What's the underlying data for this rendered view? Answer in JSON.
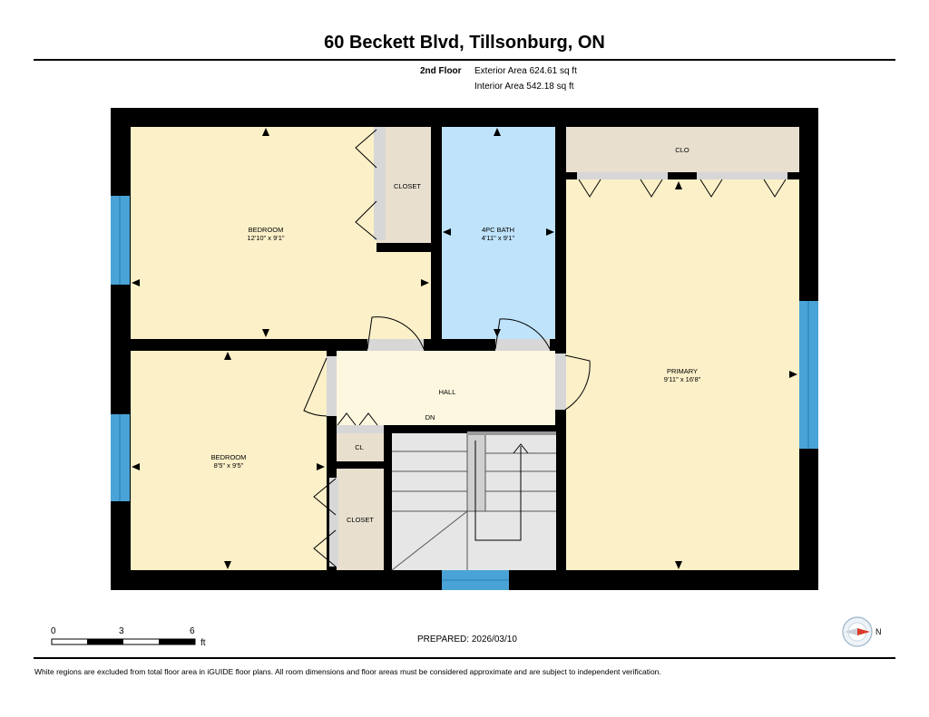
{
  "header": {
    "title": "60 Beckett Blvd, Tillsonburg, ON",
    "floor": "2nd Floor",
    "exterior_area": "Exterior Area 624.61 sq ft",
    "interior_area": "Interior Area 542.18 sq ft"
  },
  "rooms": {
    "bedroom1": {
      "name": "BEDROOM",
      "dims": "12'10\" x 9'1\""
    },
    "closet1": {
      "name": "CLOSET"
    },
    "bath": {
      "name": "4PC BATH",
      "dims": "4'11\" x 9'1\""
    },
    "clo": {
      "name": "CLO"
    },
    "primary": {
      "name": "PRIMARY",
      "dims": "9'11\" x 16'8\""
    },
    "hall": {
      "name": "HALL"
    },
    "stairs": {
      "label": "DN"
    },
    "cl": {
      "name": "CL"
    },
    "bedroom2": {
      "name": "BEDROOM",
      "dims": "8'5\" x 9'5\""
    },
    "closet2": {
      "name": "CLOSET"
    }
  },
  "colors": {
    "bedroom": "#fbf0c8",
    "bath": "#bfe3fb",
    "closet": "#e8dfce",
    "hall": "#fdf7df",
    "stairs": "#e6e6e6",
    "wall": "#000000",
    "window": "#4aa3d6"
  },
  "scale": {
    "ticks": [
      "0",
      "3",
      "6"
    ],
    "unit": "ft"
  },
  "footer": {
    "prepared": "PREPARED: 2026/03/10",
    "disclaimer": "White regions are excluded from total floor area in iGUIDE floor plans. All room dimensions and floor areas must be considered approximate and are subject to independent verification."
  },
  "compass": {
    "label": "N"
  }
}
